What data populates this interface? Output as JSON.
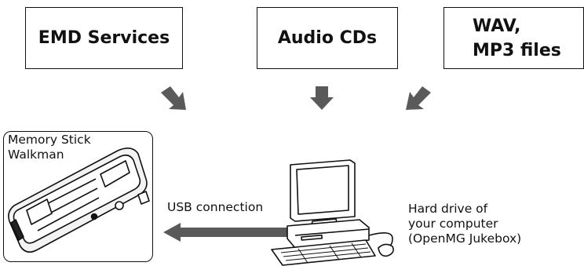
{
  "sources": [
    {
      "label": "EMD Services"
    },
    {
      "label": "Audio CDs"
    },
    {
      "label": "WAV,\nMP3 files"
    }
  ],
  "device": {
    "label": "Memory Stick\nWalkman"
  },
  "connection": {
    "label": "USB connection"
  },
  "computer": {
    "label": "Hard drive of\nyour computer\n(OpenMG Jukebox)"
  },
  "colors": {
    "arrow": "#5a5a5a",
    "line": "#111111",
    "background": "#ffffff"
  }
}
